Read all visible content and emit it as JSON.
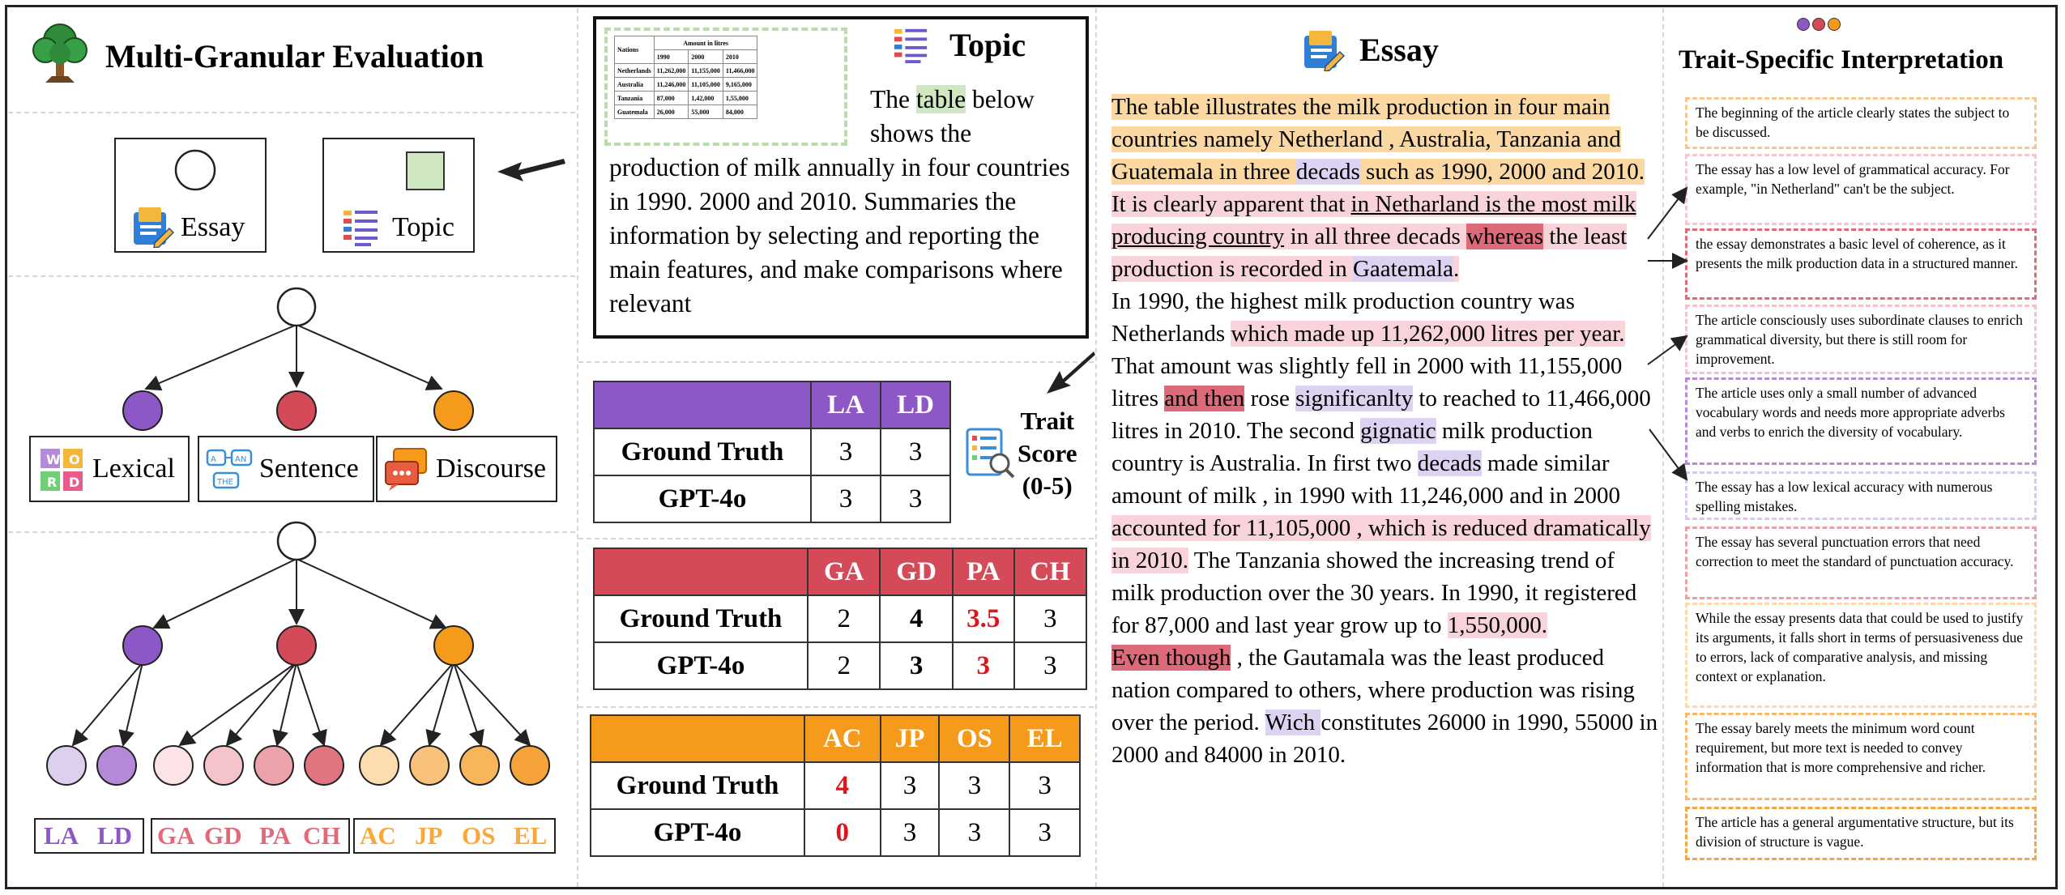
{
  "left_panel": {
    "title": "Multi-Granular Evaluation",
    "essay_label": "Essay",
    "topic_label": "Topic",
    "level_labels": [
      "Lexical",
      "Sentence",
      "Discourse"
    ],
    "trait_groups": [
      [
        "LA",
        "LD"
      ],
      [
        "GA",
        "GD",
        "PA",
        "CH"
      ],
      [
        "AC",
        "JP",
        "OS",
        "EL"
      ]
    ]
  },
  "topic_panel": {
    "title": "Topic",
    "mini_table": {
      "header": "Amount in litres",
      "columns": [
        "Nations",
        "1990",
        "2000",
        "2010"
      ],
      "rows": [
        [
          "Netherlands",
          "11,262,000",
          "11,155,000",
          "11,466,000"
        ],
        [
          "Australia",
          "11,246,000",
          "11,105,000",
          "9,165,000"
        ],
        [
          "Tanzania",
          "87,000",
          "1,42,000",
          "1,55,000"
        ],
        [
          "Guatemala",
          "26,000",
          "55,000",
          "84,000"
        ]
      ]
    },
    "text_pre": "The ",
    "text_hl": "table",
    "text_post": " below shows the production of milk annually in four countries in 1990. 2000 and 2010. Summaries the information by selecting and reporting the main features, and make comparisons where relevant"
  },
  "trait_score": {
    "label_line1": "Trait",
    "label_line2": "Score",
    "label_line3": "(0-5)"
  },
  "tables": [
    {
      "color": "#8e57c6",
      "traits": [
        "LA",
        "LD"
      ],
      "rows": [
        {
          "label": "Ground Truth",
          "values": [
            "3",
            "3"
          ]
        },
        {
          "label": "GPT-4o",
          "values": [
            "3",
            "3"
          ]
        }
      ]
    },
    {
      "color": "#d54a58",
      "traits": [
        "GA",
        "GD",
        "PA",
        "CH"
      ],
      "rows": [
        {
          "label": "Ground Truth",
          "values": [
            "2",
            "4",
            "3.5",
            "3"
          ]
        },
        {
          "label": "GPT-4o",
          "values": [
            "2",
            "3",
            "3",
            "3"
          ]
        }
      ]
    },
    {
      "color": "#f59a1b",
      "traits": [
        "AC",
        "JP",
        "OS",
        "EL"
      ],
      "rows": [
        {
          "label": "Ground Truth",
          "values": [
            "4",
            "3",
            "3",
            "3"
          ]
        },
        {
          "label": "GPT-4o",
          "values": [
            "0",
            "3",
            "3",
            "3"
          ]
        }
      ]
    }
  ],
  "essay": {
    "title": "Essay",
    "segments": [
      [
        "The table illustrates the milk production in four main countries namely Netherland , Australia, Tanzania and Guatemala in three ",
        "or"
      ],
      [
        "decads",
        "pu"
      ],
      [
        " such as 1990, 2000 and 2010.",
        "or"
      ],
      [
        "",
        "br"
      ],
      [
        "It is clearly apparent that ",
        "pk"
      ],
      [
        "in Netharland is the most milk producing country",
        "pku"
      ],
      [
        " in all three decads ",
        "pk"
      ],
      [
        "whereas",
        "rd"
      ],
      [
        " the least production is recorded in ",
        "pk"
      ],
      [
        "Gaatemala",
        "pu"
      ],
      [
        ".",
        "pk"
      ],
      [
        "",
        "br"
      ],
      [
        "In 1990, the highest milk production country was Netherlands ",
        ""
      ],
      [
        "which made up 11,262,000 litres per year.",
        "pk"
      ],
      [
        " That amount was slightly fell in 2000 with 11,155,000 litres ",
        ""
      ],
      [
        "and then",
        "rd"
      ],
      [
        " rose ",
        ""
      ],
      [
        "significanlty",
        "pu"
      ],
      [
        " to reached to 11,466,000 litres in 2010. The second ",
        ""
      ],
      [
        "gignatic",
        "pu"
      ],
      [
        " milk production country is Australia. In first two ",
        ""
      ],
      [
        "decads",
        "pu"
      ],
      [
        " made similar amount of milk , in 1990 with 11,246,000 and in 2000 ",
        ""
      ],
      [
        "accounted for 11,105,000",
        "pk"
      ],
      [
        " , which is reduced dramatically in 2010.",
        "pk"
      ],
      [
        " The Tanzania showed the increasing trend of milk production over the 30 years. In 1990, it registered for 87,000 and last year grow up to ",
        ""
      ],
      [
        "1,550,000.",
        "pk"
      ],
      [
        "",
        "br"
      ],
      [
        "Even though",
        "rd"
      ],
      [
        " , the Gautamala was the least produced nation compared to others, where production was rising over the period. ",
        ""
      ],
      [
        "Wich ",
        "pu"
      ],
      [
        " constitutes 26000 in 1990, 55000 in 2000 and 84000 in 2010.",
        ""
      ]
    ]
  },
  "interpretation": {
    "title": "Trait-Specific Interpretation",
    "dot_colors": [
      "#8e57c6",
      "#d54a58",
      "#f59a1b"
    ],
    "items": [
      {
        "text": "The beginning of the article clearly states the subject to be discussed.",
        "color": "#f8c58a"
      },
      {
        "text": "The essay has a low level of grammatical accuracy. For example, \"in Netherland\" can't be the subject.",
        "color": "#f5c6cf"
      },
      {
        "text": "the essay demonstrates a basic level of coherence, as it presents the milk production data in a structured manner.",
        "color": "#e06a78"
      },
      {
        "text": "The article consciously uses subordinate clauses to enrich grammatical diversity, but there is still room for improvement.",
        "color": "#f2c2cb"
      },
      {
        "text": "The article uses only a small number of advanced vocabulary words and needs more appropriate adverbs and verbs to enrich the diversity of vocabulary.",
        "color": "#b58ad8"
      },
      {
        "text": "The essay has a low lexical accuracy with numerous spelling mistakes.",
        "color": "#d8c8f0"
      },
      {
        "text": "The essay has several punctuation errors that need correction to meet the standard of punctuation accuracy.",
        "color": "#e8a0aa"
      },
      {
        "text": "While the essay presents data that could be used to justify its arguments, it falls short in terms of persuasiveness due to errors, lack of comparative analysis, and missing context or explanation.",
        "color": "#fbd9a8"
      },
      {
        "text": "The essay barely meets the minimum word count requirement, but more text is needed to convey information that is more comprehensive and richer.",
        "color": "#f9b969"
      },
      {
        "text": "The article has a general argumentative structure, but its division of structure is vague.",
        "color": "#f5a640"
      }
    ]
  }
}
